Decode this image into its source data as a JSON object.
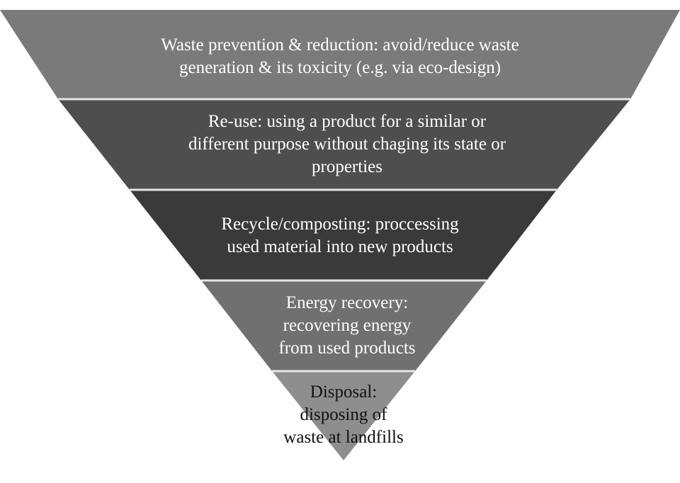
{
  "colors": {
    "level1": "#7a7a7a",
    "level2": "#4e4e4e",
    "level3": "#3a3a3a",
    "level4": "#707070",
    "level5": "#8e8e8e",
    "divider": "#e6e6e6"
  },
  "levels": [
    {
      "lines": [
        "Waste prevention & reduction: avoid/reduce waste",
        "generation & its toxicity (e.g. via eco-design)"
      ]
    },
    {
      "lines": [
        "Re-use: using a product for a similar or",
        "different purpose without chaging its state or",
        "properties"
      ]
    },
    {
      "lines": [
        "Recycle/composting: proccessing",
        "used material into new products"
      ]
    },
    {
      "lines": [
        "Energy recovery:",
        "recovering energy",
        "from used products"
      ]
    },
    {
      "lines": [
        "Disposal:",
        "disposing of",
        "waste at landfills"
      ]
    }
  ]
}
